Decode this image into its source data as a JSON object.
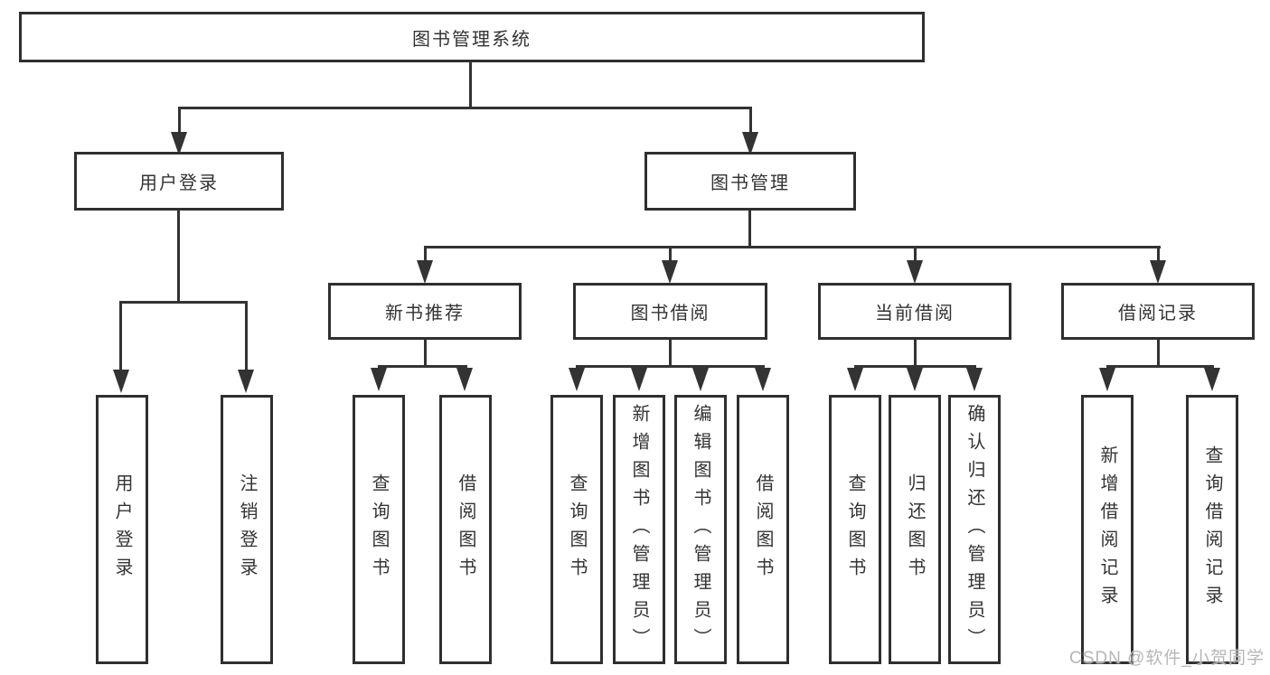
{
  "watermark": "CSDN @软件_小贺同学",
  "colors": {
    "line": "#333333",
    "text": "#333333",
    "background": "#ffffff",
    "watermark": "#b2b2b2"
  },
  "nodes": {
    "root": "图书管理系统",
    "level2": [
      "用户登录",
      "图书管理"
    ],
    "level3": [
      "新书推荐",
      "图书借阅",
      "当前借阅",
      "借阅记录"
    ],
    "leaves_user": [
      "用户登录",
      "注销登录"
    ],
    "leaves_recommend": [
      "查询图书",
      "借阅图书"
    ],
    "leaves_borrow": [
      "查询图书",
      "新增图书（管理员）",
      "编辑图书（管理员）",
      "借阅图书"
    ],
    "leaves_current": [
      "查询图书",
      "归还图书",
      "确认归还（管理员）"
    ],
    "leaves_records": [
      "新增借阅记录",
      "查询借阅记录"
    ]
  }
}
